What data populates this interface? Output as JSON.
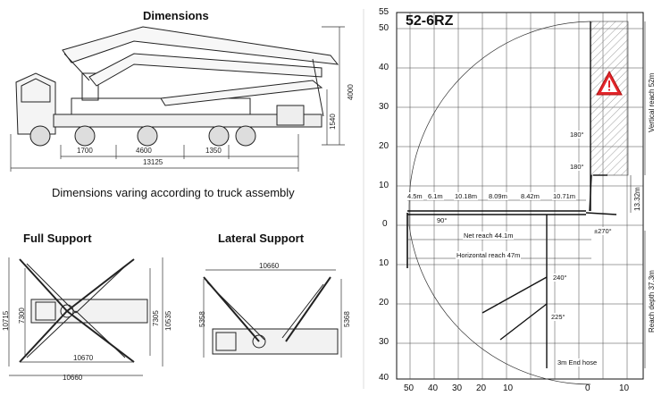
{
  "left": {
    "dimensions_title": "Dimensions",
    "truck_dims": {
      "d1700": "1700",
      "d4600": "4600",
      "d1350": "1350",
      "d13125": "13125",
      "d4000": "4000",
      "d1540": "1540"
    },
    "note": "Dimensions varing according to truck assembly",
    "full_support": {
      "title": "Full Support",
      "dims": {
        "d10715": "10715",
        "d7300": "7300",
        "d7305": "7305",
        "d10535": "10535",
        "d10670": "10670",
        "d10660": "10660"
      }
    },
    "lateral_support": {
      "title": "Lateral Support",
      "dims": {
        "d10660": "10660",
        "d5358": "5358",
        "d5368": "5368"
      }
    }
  },
  "right": {
    "model": "52-6RZ",
    "y_ticks_top": [
      "55",
      "50",
      "40",
      "30",
      "20",
      "10",
      "0"
    ],
    "y_ticks_bottom": [
      "10",
      "20",
      "30",
      "40"
    ],
    "x_ticks": [
      "50",
      "40",
      "30",
      "20",
      "10",
      "0",
      "10"
    ],
    "segments": [
      "4.5m",
      "6.1m",
      "10.18m",
      "8.09m",
      "8.42m",
      "10.71m"
    ],
    "angles": {
      "a180a": "180°",
      "a180b": "180°",
      "a90": "90°",
      "a270": "±270°",
      "a240": "240°",
      "a225": "225°"
    },
    "net_reach": "Net reach 44.1m",
    "horizontal_reach": "Horizontal reach 47m",
    "end_hose": "3m End hose",
    "vertical_reach": "Vertical reach 52m",
    "d1332": "13.32m",
    "reach_depth": "Reach depth 37.3m",
    "warning_icon_color": "#e3262b"
  }
}
